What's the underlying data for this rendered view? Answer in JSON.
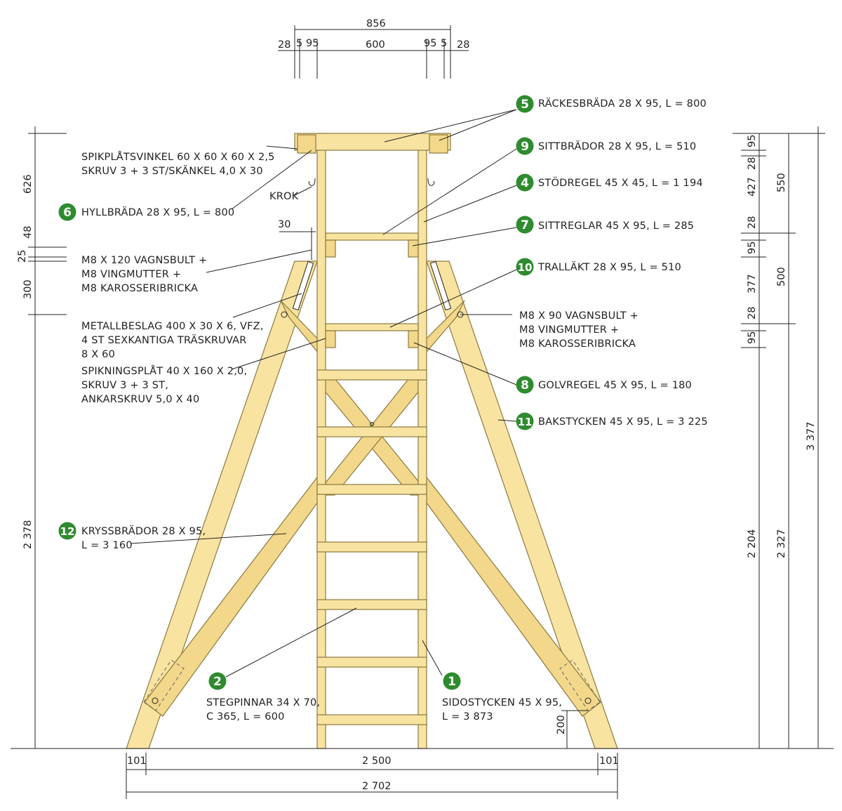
{
  "colors": {
    "wood": "#f8e3a0",
    "badge": "#2e8b2e",
    "line": "#222222"
  },
  "top_dims": {
    "overall": "856",
    "left_28": "28",
    "left_5": "5",
    "left_95": "95",
    "middle": "600",
    "right_95": "95",
    "right_5": "5",
    "right_28": "28"
  },
  "left_dims": {
    "d626": "626",
    "d48": "48",
    "d25": "25",
    "d300": "300",
    "d2378": "2 378",
    "d30": "30"
  },
  "right_dims_a": {
    "d95a": "95",
    "d28a": "28",
    "d427": "427",
    "d28b": "28",
    "d95b": "95",
    "d377": "377",
    "d28c": "28",
    "d95c": "95",
    "d2204": "2 204"
  },
  "right_dims_b": {
    "d550": "550",
    "d500": "500",
    "d2327": "2 327"
  },
  "right_dims_c": {
    "d3377": "3 377"
  },
  "bottom_dims": {
    "d101l": "101",
    "d2500": "2 500",
    "d101r": "101",
    "d2702": "2 702",
    "d200": "200"
  },
  "parts": [
    {
      "num": "5",
      "line1": "RÄCKESBRÄDA 28 X 95, L = 800"
    },
    {
      "num": "9",
      "line1": "SITTBRÄDOR 28 X 95, L = 510"
    },
    {
      "num": "4",
      "line1": "STÖDREGEL 45 X 45, L = 1 194"
    },
    {
      "num": "7",
      "line1": "SITTREGLAR 45 X 95, L = 285"
    },
    {
      "num": "10",
      "line1": "TRALLÄKT 28 X 95, L = 510"
    },
    {
      "num": "8",
      "line1": "GOLVREGEL 45 X 95, L = 180"
    },
    {
      "num": "11",
      "line1": "BAKSTYCKEN 45 X 95, L = 3 225"
    },
    {
      "num": "6",
      "line1": "HYLLBRÄDA 28 X 95, L = 800"
    },
    {
      "num": "12",
      "line1": "KRYSSBRÄDOR 28 X 95,",
      "line2": "L = 3 160"
    },
    {
      "num": "2",
      "line1": "STEGPINNAR 34 X 70,",
      "line2": "C 365, L = 600"
    },
    {
      "num": "1",
      "line1": "SIDOSTYCKEN 45 X 95,",
      "line2": "L = 3 873"
    }
  ],
  "notes": {
    "spik_l1": "SPIKPLÅTSVINKEL 60 X 60 X 60 X 2,5",
    "spik_l2": "SKRUV 3 + 3 ST/SKÄNKEL 4,0 X 30",
    "krok": "KROK",
    "bolt120_l1": "M8 X 120 VAGNSBULT +",
    "bolt120_l2": "M8 VINGMUTTER +",
    "bolt120_l3": "M8 KAROSSERIBRICKA",
    "metall_l1": "METALLBESLAG 400 X 30 X 6, VFZ,",
    "metall_l2": "4 ST SEXKANTIGA TRÄSKRUVAR",
    "metall_l3": "8 X 60",
    "plat_l1": "SPIKNINGSPLÅT 40 X 160 X 2,0,",
    "plat_l2": "SKRUV 3 + 3 ST,",
    "plat_l3": "ANKARSKRUV 5,0 X 40",
    "bolt90_l1": "M8 X 90 VAGNSBULT +",
    "bolt90_l2": "M8 VINGMUTTER +",
    "bolt90_l3": "M8 KAROSSERIBRICKA"
  }
}
